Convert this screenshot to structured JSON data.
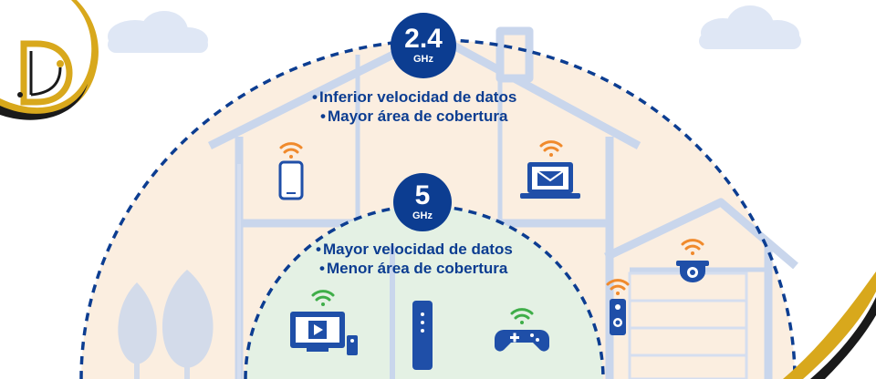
{
  "band_24": {
    "value": "2.4",
    "unit": "GHz",
    "bullets": [
      "Inferior velocidad de datos",
      "Mayor área de cobertura"
    ]
  },
  "band_5": {
    "value": "5",
    "unit": "GHz",
    "bullets": [
      "Mayor velocidad de datos",
      "Menor área de cobertura"
    ]
  },
  "colors": {
    "navy": "#0c3d91",
    "outer_fill": "#fbeee0",
    "inner_fill": "#e4f1e4",
    "house_line": "#c9d6ec",
    "device_blue": "#1f4fa8",
    "wifi_orange": "#f08a2c",
    "wifi_green": "#3fae49",
    "logo_gold": "#d8a81c"
  },
  "icons": [
    "logo-mark",
    "smartphone-icon",
    "laptop-mail-icon",
    "tv-icon",
    "router-icon",
    "gamepad-icon",
    "doorbell-icon",
    "security-camera-icon",
    "wifi-icon"
  ]
}
